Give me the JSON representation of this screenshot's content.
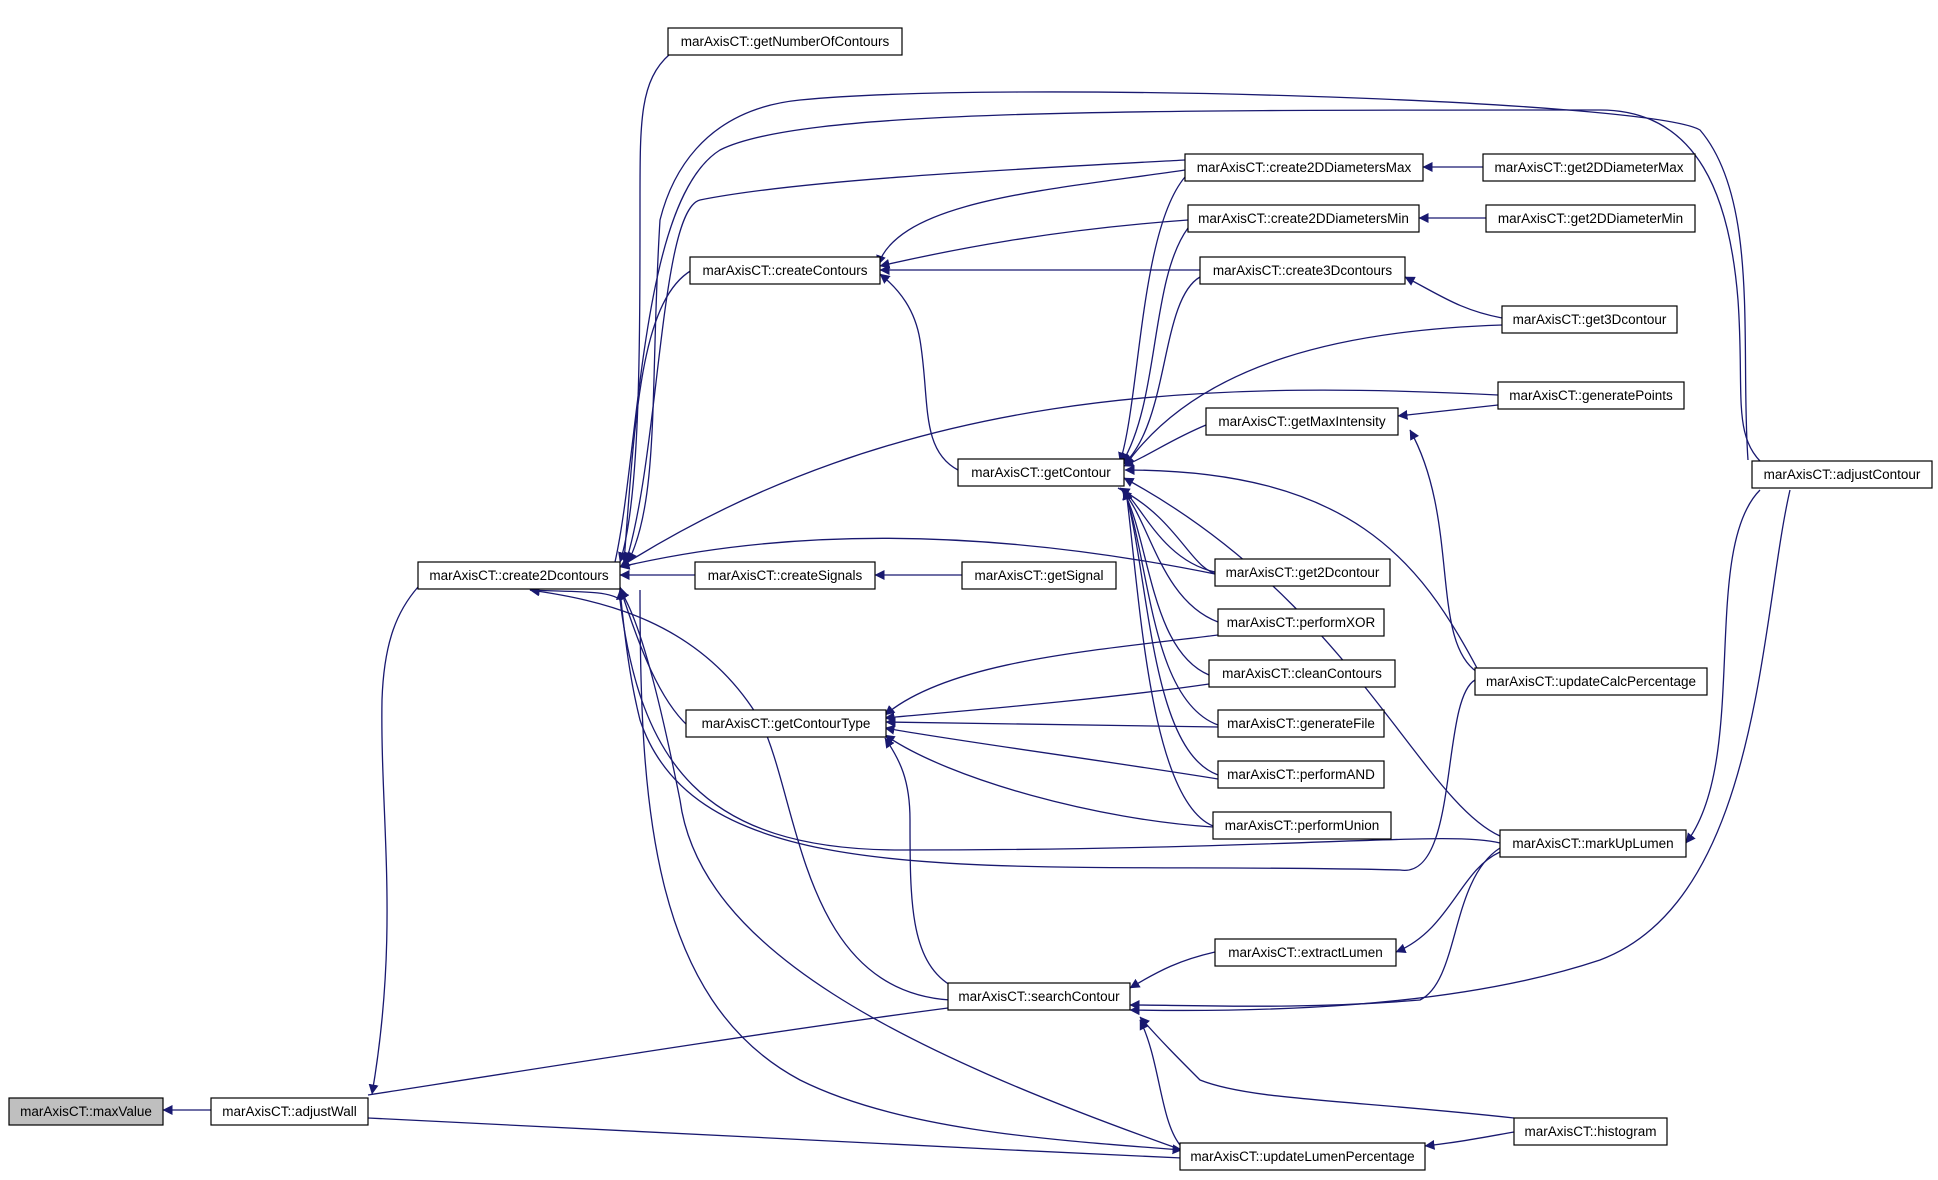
{
  "nodes": {
    "maxValue": "marAxisCT::maxValue",
    "adjustWall": "marAxisCT::adjustWall",
    "create2Dcontours": "marAxisCT::create2Dcontours",
    "getNumberOfContours": "marAxisCT::getNumberOfContours",
    "createContours": "marAxisCT::createContours",
    "getContour": "marAxisCT::getContour",
    "createSignals": "marAxisCT::createSignals",
    "getSignal": "marAxisCT::getSignal",
    "getContourType": "marAxisCT::getContourType",
    "searchContour": "marAxisCT::searchContour",
    "updateLumenPercentage": "marAxisCT::updateLumenPercentage",
    "create2DDiametersMax": "marAxisCT::create2DDiametersMax",
    "create2DDiametersMin": "marAxisCT::create2DDiametersMin",
    "create3Dcontours": "marAxisCT::create3Dcontours",
    "getMaxIntensity": "marAxisCT::getMaxIntensity",
    "get2Dcontour": "marAxisCT::get2Dcontour",
    "performXOR": "marAxisCT::performXOR",
    "cleanContours": "marAxisCT::cleanContours",
    "generateFile": "marAxisCT::generateFile",
    "performAND": "marAxisCT::performAND",
    "performUnion": "marAxisCT::performUnion",
    "extractLumen": "marAxisCT::extractLumen",
    "get2DDiameterMax": "marAxisCT::get2DDiameterMax",
    "get2DDiameterMin": "marAxisCT::get2DDiameterMin",
    "get3Dcontour": "marAxisCT::get3Dcontour",
    "generatePoints": "marAxisCT::generatePoints",
    "updateCalcPercentage": "marAxisCT::updateCalcPercentage",
    "markUpLumen": "marAxisCT::markUpLumen",
    "histogram": "marAxisCT::histogram",
    "adjustContour": "marAxisCT::adjustContour"
  },
  "colors": {
    "edge": "#191970",
    "root_fill": "#bfbfbf",
    "box_fill": "#ffffff",
    "box_stroke": "#000000"
  }
}
